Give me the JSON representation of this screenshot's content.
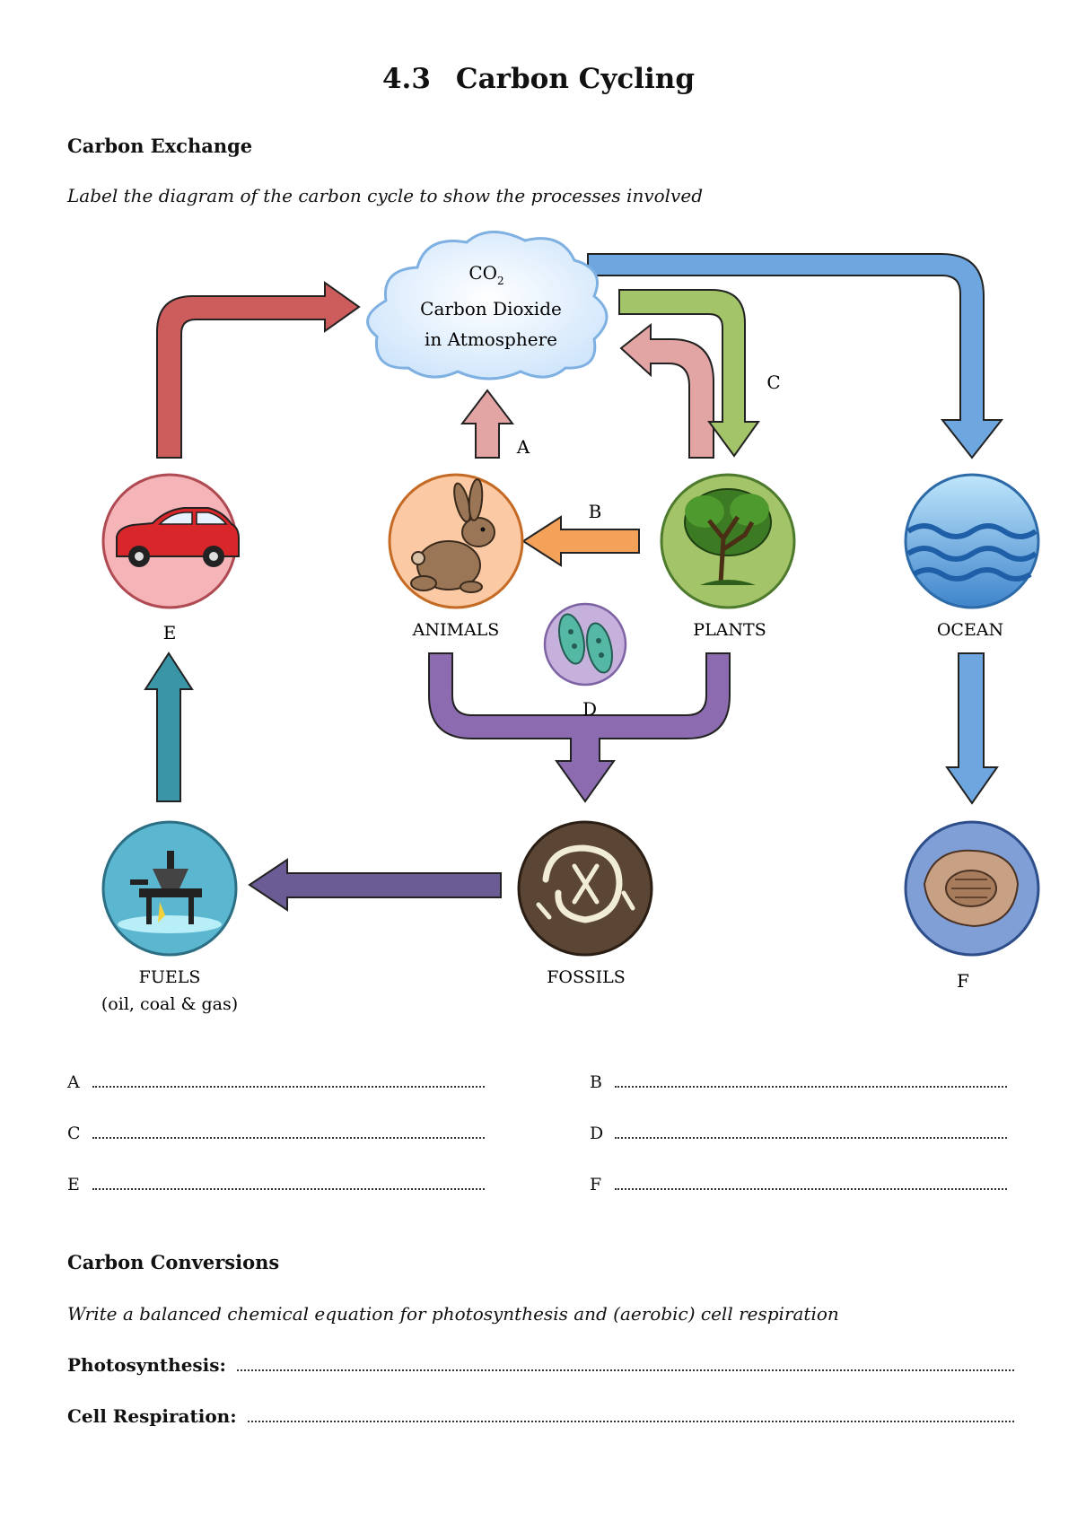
{
  "title": {
    "number": "4.3",
    "text": "Carbon Cycling"
  },
  "section1": {
    "heading": "Carbon Exchange",
    "instruction": "Label the diagram of the carbon cycle to show the processes involved"
  },
  "diagram": {
    "cloud": {
      "formula": "CO",
      "subscript": "2",
      "line1": "Carbon Dioxide",
      "line2": "in Atmosphere"
    },
    "nodes": {
      "car": "E",
      "animals": "ANIMALS",
      "plants": "PLANTS",
      "ocean": "OCEAN",
      "fuels_line1": "FUELS",
      "fuels_line2": "(oil, coal & gas)",
      "fossils": "FOSSILS",
      "rock": "F"
    },
    "process_labels": {
      "a": "A",
      "b": "B",
      "c": "C",
      "d": "D"
    },
    "colors": {
      "car_arrow": "#cd5c5c",
      "pink_arrow": "#e3a4a4",
      "green_arrow": "#a3c468",
      "blue_arrow": "#6ea6df",
      "orange_arrow": "#f4a15a",
      "purple_arrow": "#8c6bb1",
      "dark_purple_arrow": "#6c5c96",
      "teal_arrow": "#3a95a6"
    }
  },
  "answers": [
    {
      "letter": "A"
    },
    {
      "letter": "B"
    },
    {
      "letter": "C"
    },
    {
      "letter": "D"
    },
    {
      "letter": "E"
    },
    {
      "letter": "F"
    }
  ],
  "section2": {
    "heading": "Carbon Conversions",
    "instruction": "Write a balanced chemical equation for photosynthesis and (aerobic) cell respiration",
    "photosynthesis_label": "Photosynthesis:",
    "respiration_label": "Cell Respiration:"
  }
}
